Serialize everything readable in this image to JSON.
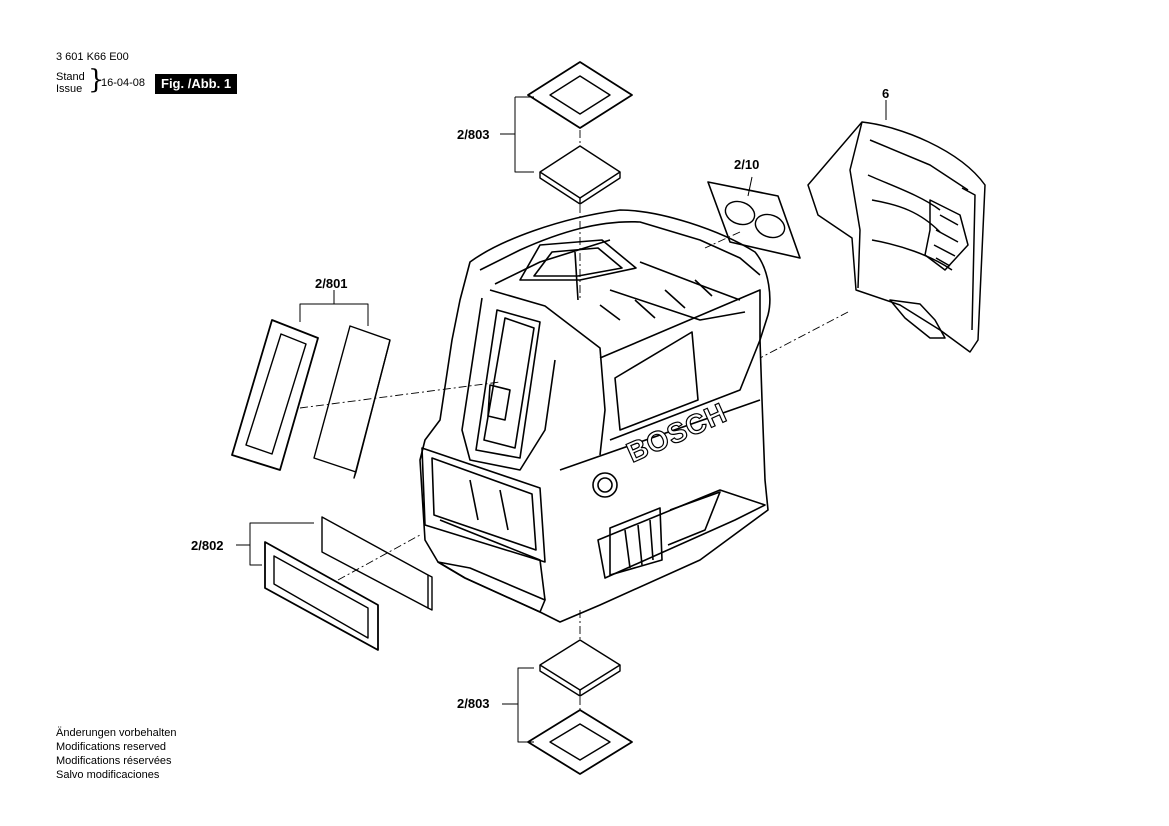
{
  "header": {
    "part_number": "3 601 K66 E00",
    "stand_label": "Stand",
    "issue_label": "Issue",
    "brace": "}",
    "date": "16-04-08",
    "figure_label": "Fig. /Abb. 1"
  },
  "callouts": {
    "top_803": "2/803",
    "bottom_803": "2/803",
    "left_801": "2/801",
    "left_802": "2/802",
    "right_10": "2/10",
    "right_6": "6"
  },
  "brand_text": "BOSCH",
  "notes": [
    "Änderungen vorbehalten",
    "Modifications reserved",
    "Modifications réservées",
    "Salvo modificaciones"
  ]
}
